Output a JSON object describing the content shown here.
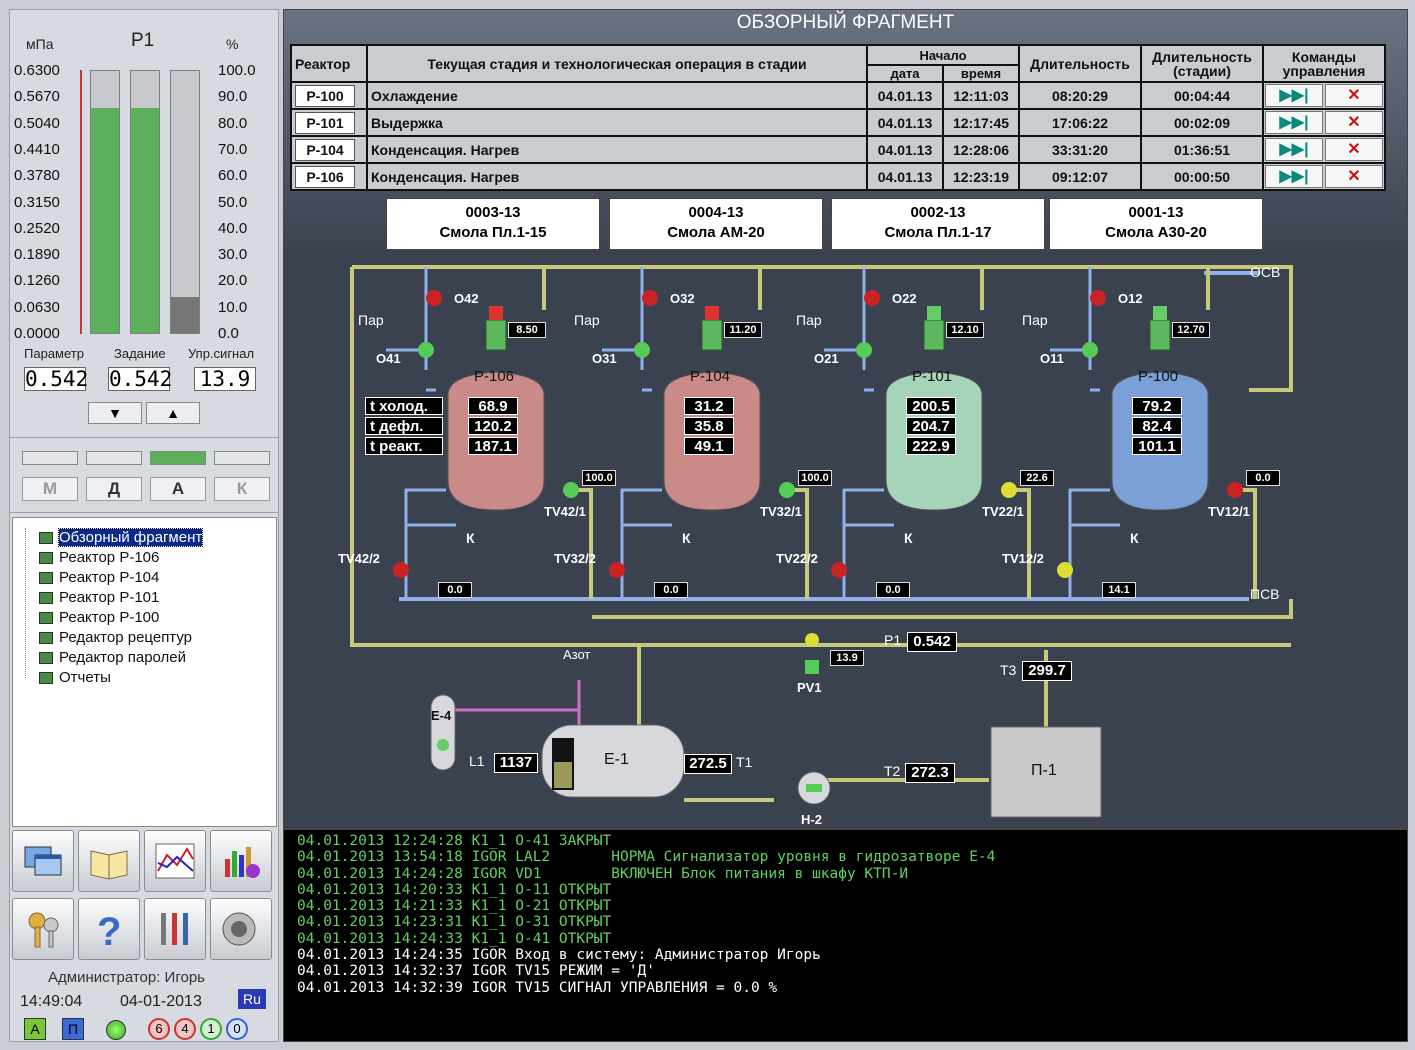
{
  "p1": {
    "unit": "мПа",
    "title": "P1",
    "pct": "%",
    "ticks_left": [
      "0.6300",
      "0.5670",
      "0.5040",
      "0.4410",
      "0.3780",
      "0.3150",
      "0.2520",
      "0.1890",
      "0.1260",
      "0.0630",
      "0.0000"
    ],
    "ticks_right": [
      "100.0",
      "90.0",
      "80.0",
      "70.0",
      "60.0",
      "50.0",
      "40.0",
      "30.0",
      "20.0",
      "10.0",
      "0.0"
    ],
    "param_label": "Параметр",
    "set_label": "Задание",
    "ctrl_label": "Упр.сигнал",
    "param": "0.542",
    "set": "0.542",
    "ctrl": "13.9",
    "param_frac": 0.86,
    "set_frac": 0.86,
    "ctrl_frac": 0.139,
    "down": "▼",
    "up": "▲"
  },
  "modes": {
    "m": "М",
    "d": "Д",
    "a": "А",
    "k": "К",
    "active": "А"
  },
  "tree": [
    "Обзорный фрагмент",
    "Реактор Р-106",
    "Реактор Р-104",
    "Реактор Р-101",
    "Реактор Р-100",
    "Редактор рецептур",
    "Редактор паролей",
    "Отчеты"
  ],
  "status": {
    "user": "Администратор: Игорь",
    "time": "14:49:04",
    "date": "04-01-2013",
    "lang": "Ru",
    "a": "А",
    "p": "П",
    "c1": "6",
    "c2": "4",
    "c3": "1",
    "c4": "0"
  },
  "main": {
    "title": "ОБЗОРНЫЙ ФРАГМЕНТ"
  },
  "table": {
    "h_reactor": "Реактор",
    "h_stage": "Текущая стадия и технологическая операция в стадии",
    "h_start": "Начало",
    "h_date": "дата",
    "h_time": "время",
    "h_dur": "Длительность",
    "h_durst": "Длительность (стадии)",
    "h_cmd": "Команды управления",
    "rows": [
      {
        "r": "Р-100",
        "s": "Охлаждение",
        "d": "04.01.13",
        "t": "12:11:03",
        "dur": "08:20:29",
        "ds": "00:04:44"
      },
      {
        "r": "Р-101",
        "s": "Выдержка",
        "d": "04.01.13",
        "t": "12:17:45",
        "dur": "17:06:22",
        "ds": "00:02:09"
      },
      {
        "r": "Р-104",
        "s": "Конденсация. Нагрев",
        "d": "04.01.13",
        "t": "12:28:06",
        "dur": "33:31:20",
        "ds": "01:36:51"
      },
      {
        "r": "Р-106",
        "s": "Конденсация. Нагрев",
        "d": "04.01.13",
        "t": "12:23:19",
        "dur": "09:12:07",
        "ds": "00:00:50"
      }
    ],
    "skip": "▶▶|",
    "stop": "✕"
  },
  "batches": [
    {
      "id": "0003-13",
      "name": "Смола Пл.1-15"
    },
    {
      "id": "0004-13",
      "name": "Смола АМ-20"
    },
    {
      "id": "0002-13",
      "name": "Смола Пл.1-17"
    },
    {
      "id": "0001-13",
      "name": "Смола А30-20"
    }
  ],
  "reactors": [
    {
      "name": "Р-106",
      "t1": "68.9",
      "t2": "120.2",
      "t3": "187.1",
      "motor": "8.50",
      "col": "#c98a88",
      "steam": "Пар",
      "vin": "О42",
      "vout": "О41",
      "tv1": "TV42/1",
      "tv2": "TV42/2",
      "tv1v": "100.0",
      "tv2v": "0.0"
    },
    {
      "name": "Р-104",
      "t1": "31.2",
      "t2": "35.8",
      "t3": "49.1",
      "motor": "11.20",
      "col": "#c98a88",
      "steam": "Пар",
      "vin": "О32",
      "vout": "О31",
      "tv1": "TV32/1",
      "tv2": "TV32/2",
      "tv1v": "100.0",
      "tv2v": "0.0"
    },
    {
      "name": "Р-101",
      "t1": "200.5",
      "t2": "204.7",
      "t3": "222.9",
      "motor": "12.10",
      "col": "#a6d4b8",
      "steam": "Пар",
      "vin": "О22",
      "vout": "О21",
      "tv1": "TV22/1",
      "tv2": "TV22/2",
      "tv1v": "22.6",
      "tv2v": "0.0"
    },
    {
      "name": "Р-100",
      "t1": "79.2",
      "t2": "82.4",
      "t3": "101.1",
      "motor": "12.70",
      "col": "#7ba0d8",
      "steam": "Пар",
      "vin": "О12",
      "vout": "О11",
      "tv1": "TV12/1",
      "tv2": "TV12/2",
      "tv1v": "0.0",
      "tv2v": "14.1"
    }
  ],
  "tlabels": {
    "cold": "t холод.",
    "defl": "t дефл.",
    "react": "t реакт."
  },
  "plant": {
    "osv": "ОСВ",
    "psv": "ПСВ",
    "k": "К",
    "p1": "P1",
    "p1v": "0.542",
    "pv": "PV1",
    "pvv": "13.9",
    "t3": "Т3",
    "t3v": "299.7",
    "azot": "Азот",
    "e4": "Е-4",
    "e1": "Е-1",
    "l1": "L1",
    "l1v": "1137",
    "t1": "Т1",
    "t1v": "272.5",
    "t2": "Т2",
    "t2v": "272.3",
    "h2": "Н-2",
    "p1unit": "П-1"
  },
  "log": [
    {
      "text": "04.01.2013 12:24:28 K1_1 О-41 ЗАКРЫТ",
      "color": "#5fd15f"
    },
    {
      "text": "04.01.2013 13:54:18 IGOR LAL2       НОРМА Сигнализатор уровня в гидрозатворе Е-4",
      "color": "#5fd15f"
    },
    {
      "text": "04.01.2013 14:24:28 IGOR VD1        ВКЛЮЧЕН Блок питания в шкафу КТП-И",
      "color": "#5fd15f"
    },
    {
      "text": "04.01.2013 14:20:33 K1_1 О-11 ОТКРЫТ",
      "color": "#5fd15f"
    },
    {
      "text": "04.01.2013 14:21:33 K1_1 О-21 ОТКРЫТ",
      "color": "#5fd15f"
    },
    {
      "text": "04.01.2013 14:23:31 K1_1 О-31 ОТКРЫТ",
      "color": "#5fd15f"
    },
    {
      "text": "04.01.2013 14:24:33 K1_1 О-41 ОТКРЫТ",
      "color": "#5fd15f"
    },
    {
      "text": "04.01.2013 14:24:35 IGOR Вход в систему: Администратор Игорь",
      "color": "#ffffff"
    },
    {
      "text": "04.01.2013 14:32:37 IGOR TV15 РЕЖИМ = 'Д'",
      "color": "#ffffff"
    },
    {
      "text": "04.01.2013 14:32:39 IGOR TV15 СИГНАЛ УПРАВЛЕНИЯ = 0.0 %",
      "color": "#ffffff"
    }
  ]
}
